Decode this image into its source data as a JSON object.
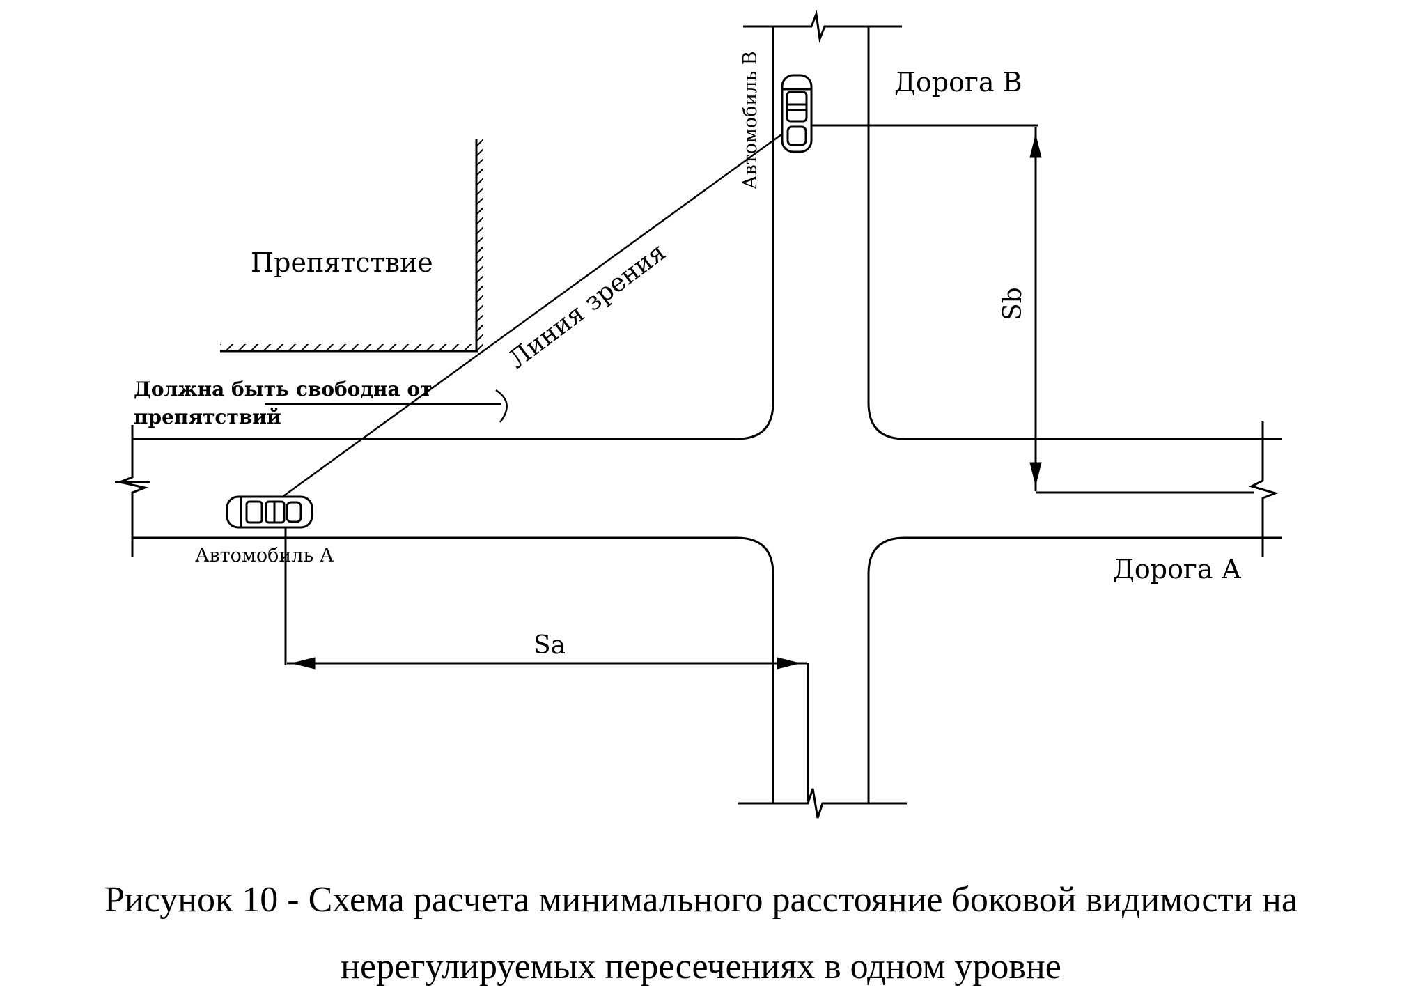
{
  "labels": {
    "road_b": "Дорога В",
    "road_a": "Дорога А",
    "car_b": "Автомобиль В",
    "car_a": "Автомобиль А",
    "obstacle": "Препятствие",
    "sight_line": "Линия зрения",
    "free_zone_line1": "Должна быть свободна от",
    "free_zone_line2": "препятствий",
    "dist_b": "Sb",
    "dist_a": "Sa"
  },
  "caption": {
    "line1": "Рисунок 10 -  Схема расчета минимального расстояние боковой видимости на",
    "line2": "нерегулируемых пересечениях в одном уровне"
  }
}
